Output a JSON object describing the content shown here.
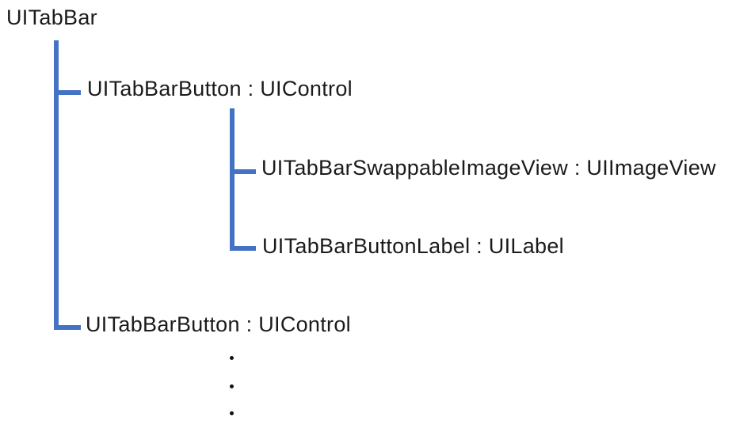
{
  "diagram": {
    "accent_color": "#4472C4",
    "text_color": "#1b1b1b",
    "background_color": "#ffffff",
    "nodes": {
      "root": {
        "label": "UITabBar",
        "depth": 0
      },
      "tab_bar_button_1": {
        "label": "UITabBarButton : UIControl",
        "depth": 1
      },
      "swappable_image_view": {
        "label": "UITabBarSwappableImageView : UIImageView",
        "depth": 2
      },
      "button_label": {
        "label": "UITabBarButtonLabel : UILabel",
        "depth": 2
      },
      "tab_bar_button_2": {
        "label": "UITabBarButton : UIControl",
        "depth": 1
      }
    },
    "ellipsis": {
      "dot_count": 3
    }
  }
}
